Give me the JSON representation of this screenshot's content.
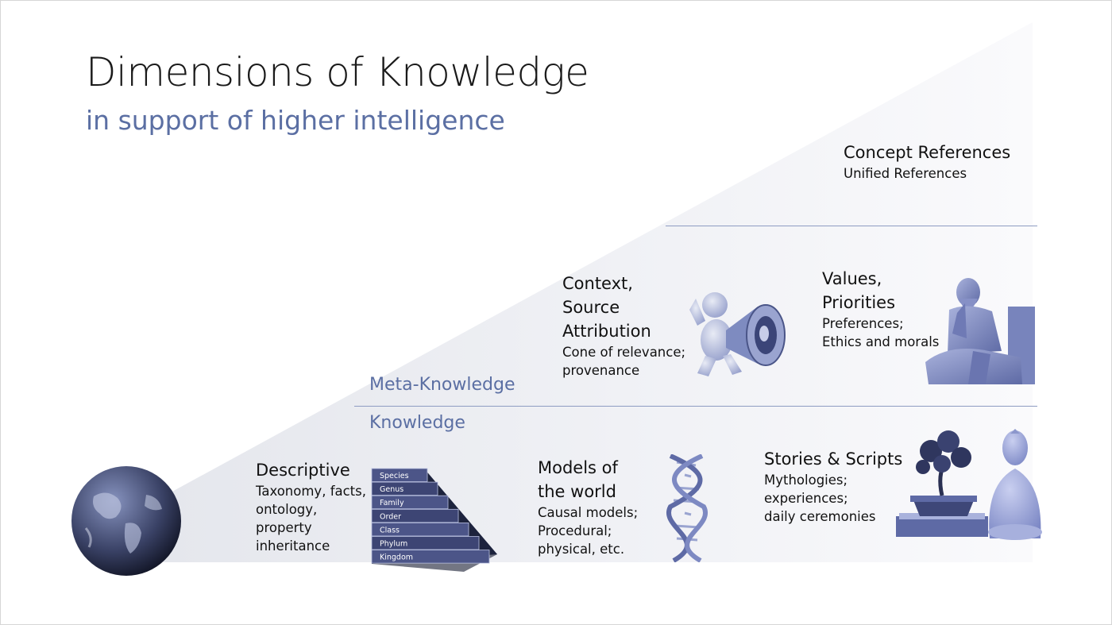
{
  "title": "Dimensions of Knowledge",
  "subtitle": "in support of higher intelligence",
  "layers": {
    "meta": "Meta-Knowledge",
    "knowledge": "Knowledge"
  },
  "concept_references": {
    "heading": "Concept References",
    "body": "Unified References"
  },
  "context": {
    "heading": [
      "Context,",
      "Source",
      "Attribution"
    ],
    "body": [
      "Cone of relevance;",
      "provenance"
    ]
  },
  "values": {
    "heading": [
      "Values,",
      "Priorities"
    ],
    "body": [
      "Preferences;",
      "Ethics and morals"
    ]
  },
  "descriptive": {
    "heading": "Descriptive",
    "body": [
      "Taxonomy, facts,",
      "ontology,",
      "property",
      "inheritance"
    ]
  },
  "models": {
    "heading": [
      "Models of",
      "the world"
    ],
    "body": [
      "Causal models;",
      "Procedural;",
      "physical, etc."
    ]
  },
  "stories": {
    "heading": "Stories & Scripts",
    "body": [
      "Mythologies;",
      "experiences;",
      "daily ceremonies"
    ]
  },
  "taxonomy_pyramid": [
    "Species",
    "Genus",
    "Family",
    "Order",
    "Class",
    "Phylum",
    "Kingdom"
  ],
  "icons": {
    "globe": "earth-globe-icon",
    "pyramid": "taxonomy-pyramid-icon",
    "dna": "dna-helix-icon",
    "megaphone": "megaphone-figure-icon",
    "thinker": "thinker-statue-icon",
    "bonsai": "bonsai-buddha-icon"
  },
  "colors": {
    "accent": "#5b6fa3",
    "rule": "#8e9cc2",
    "text": "#111111"
  }
}
